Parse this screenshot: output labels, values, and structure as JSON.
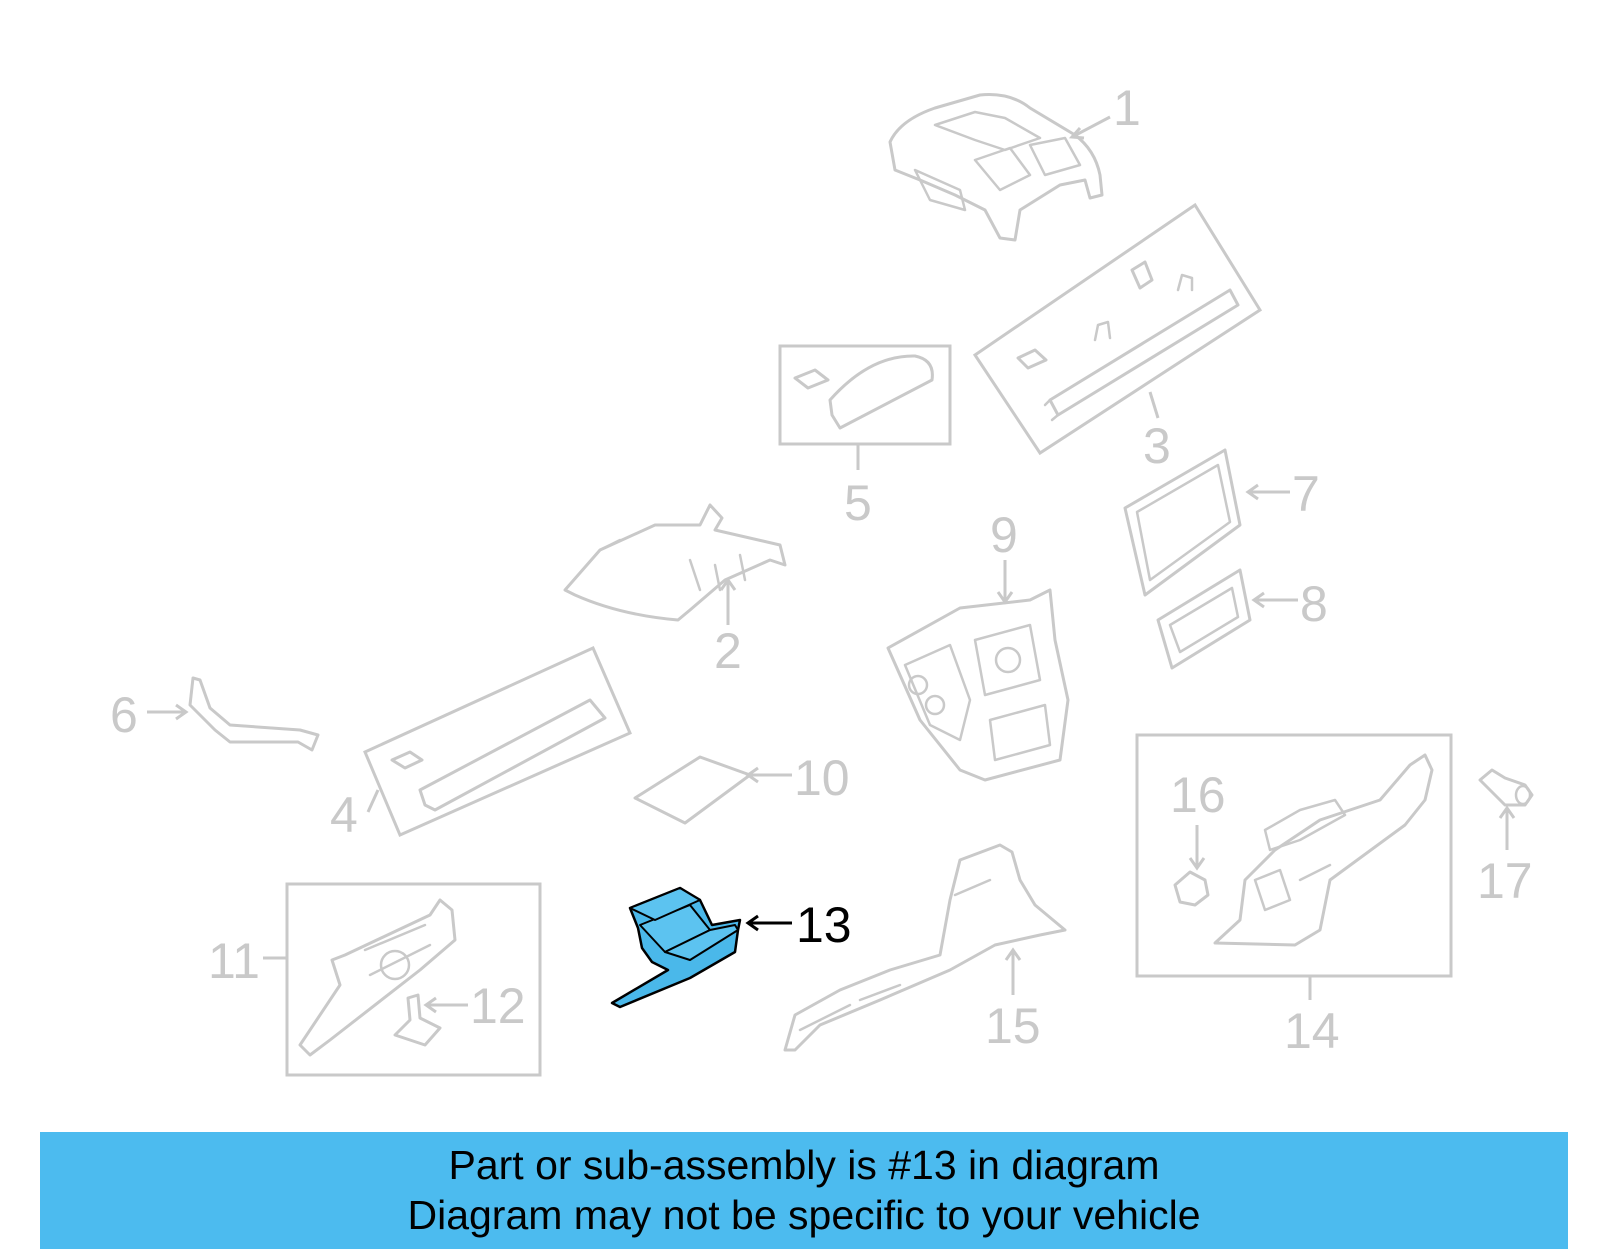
{
  "diagram": {
    "highlight_color": "#4cbbef",
    "muted_color": "#c9c9c9",
    "callouts": [
      {
        "id": "1",
        "label": "1"
      },
      {
        "id": "2",
        "label": "2"
      },
      {
        "id": "3",
        "label": "3"
      },
      {
        "id": "4",
        "label": "4"
      },
      {
        "id": "5",
        "label": "5"
      },
      {
        "id": "6",
        "label": "6"
      },
      {
        "id": "7",
        "label": "7"
      },
      {
        "id": "8",
        "label": "8"
      },
      {
        "id": "9",
        "label": "9"
      },
      {
        "id": "10",
        "label": "10"
      },
      {
        "id": "11",
        "label": "11"
      },
      {
        "id": "12",
        "label": "12"
      },
      {
        "id": "13",
        "label": "13",
        "highlighted": true
      },
      {
        "id": "14",
        "label": "14"
      },
      {
        "id": "15",
        "label": "15"
      },
      {
        "id": "16",
        "label": "16"
      },
      {
        "id": "17",
        "label": "17"
      }
    ]
  },
  "banner": {
    "line1": "Part or sub-assembly is #13 in diagram",
    "line2": "Diagram may not be specific to your vehicle"
  }
}
